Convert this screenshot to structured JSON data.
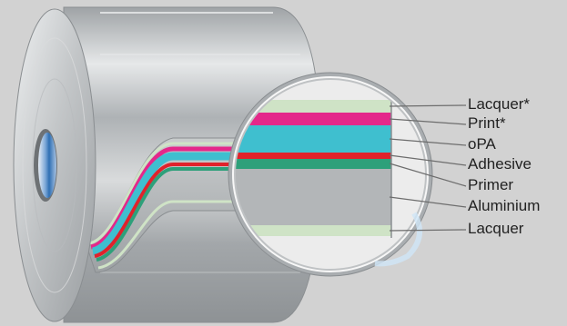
{
  "diagram": {
    "layers": [
      {
        "label": "Lacquer*",
        "color": "#cfe3c6"
      },
      {
        "label": "Print*",
        "color": "#e4288a"
      },
      {
        "label": "oPA",
        "color": "#3fbfcf"
      },
      {
        "label": "Adhesive",
        "color": "#e0222b"
      },
      {
        "label": "Primer",
        "color": "#2ea07a"
      },
      {
        "label": "Aluminium",
        "color": "#b3b6b8"
      },
      {
        "label": "Lacquer",
        "color": "#cfe3c6"
      }
    ],
    "objects": {
      "roll": "foil-roll",
      "magnifier": "magnifier-lens"
    },
    "colors": {
      "background": "#d2d2d2",
      "foil": "#b9bcbe",
      "leader_line": "#6d6d6d"
    }
  }
}
